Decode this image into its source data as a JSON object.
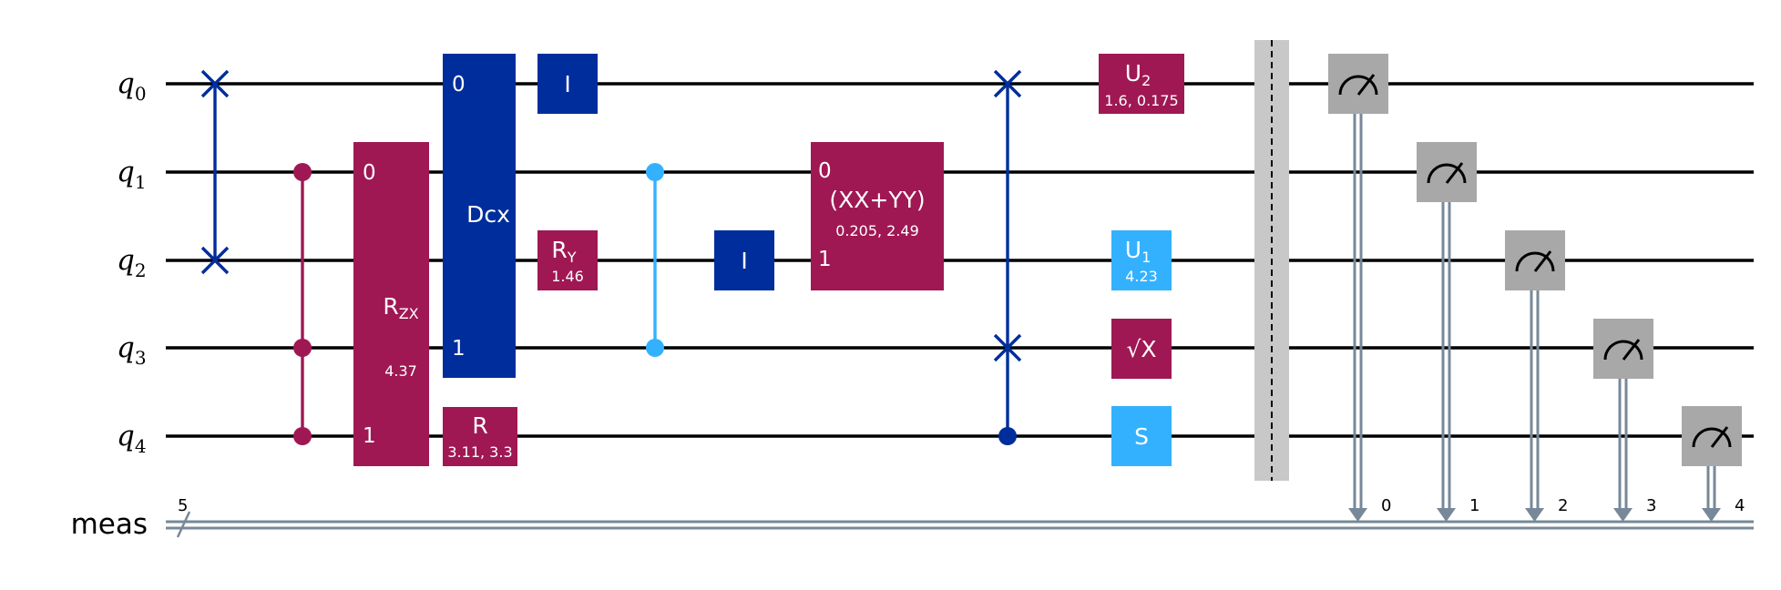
{
  "colors": {
    "wire": "#000000",
    "classical_wire": "#778899",
    "gate_purple": "#9f1853",
    "gate_darkblue": "#002d9c",
    "gate_lightblue": "#33b1ff",
    "measure_gray": "#a8a8a8",
    "barrier_gray": "#c8c8c8"
  },
  "qubits": [
    {
      "base": "q",
      "index": "0"
    },
    {
      "base": "q",
      "index": "1"
    },
    {
      "base": "q",
      "index": "2"
    },
    {
      "base": "q",
      "index": "3"
    },
    {
      "base": "q",
      "index": "4"
    }
  ],
  "classical_register": {
    "name": "meas",
    "size": "5",
    "bits": [
      "0",
      "1",
      "2",
      "3",
      "4"
    ]
  },
  "gates": {
    "rzx": {
      "label": "R",
      "sub": "ZX",
      "param": "4.37",
      "port_top": "0",
      "port_bottom": "1"
    },
    "dcx": {
      "label": "Dcx",
      "port_top": "0",
      "port_bottom": "1"
    },
    "r": {
      "label": "R",
      "param": "3.11, 3.3"
    },
    "i_q0": {
      "label": "I"
    },
    "ry": {
      "label": "R",
      "sub": "Y",
      "param": "1.46"
    },
    "i_q2": {
      "label": "I"
    },
    "xxyy": {
      "label": "(XX+YY)",
      "param": "0.205, 2.49",
      "port_top": "0",
      "port_bottom": "1"
    },
    "u2": {
      "label": "U",
      "sub": "2",
      "param": "1.6, 0.175"
    },
    "u1": {
      "label": "U",
      "sub": "1",
      "param": "4.23"
    },
    "sx": {
      "label": "√X"
    },
    "s": {
      "label": "S"
    }
  },
  "icons": [
    "swap-icon",
    "meter-icon",
    "control-dot-icon",
    "barrier-icon"
  ]
}
